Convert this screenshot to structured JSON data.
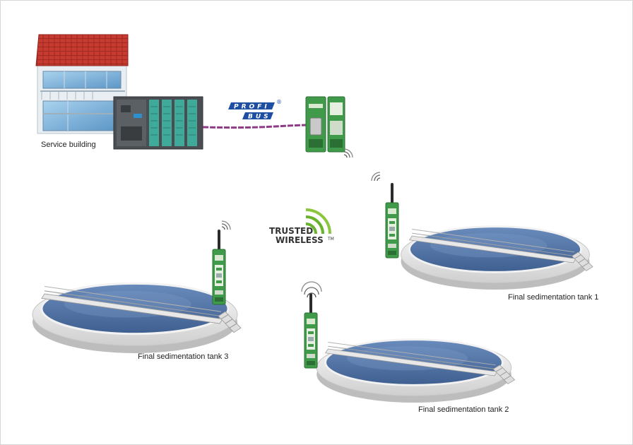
{
  "labels": {
    "service_building": "Service building",
    "tank_1": "Final sedimentation tank 1",
    "tank_2": "Final sedimentation tank 2",
    "tank_3": "Final sedimentation tank 3"
  },
  "logos": {
    "profibus_top": "PROFI",
    "profibus_bottom": "BUS",
    "registered_mark": "®",
    "trusted": "TRUSTED",
    "wireless": "WIRELESS",
    "trademark": "TM"
  },
  "colors": {
    "roof": "#c4392f",
    "glass": "#7fb4d9",
    "plc_body": "#4a4e52",
    "plc_module": "#3fa99a",
    "profibus_cable": "#8e3a86",
    "profibus_blue": "#1f4fa3",
    "device_green": "#3f9a4a",
    "water": "#4a6c9c",
    "tank_rim": "#ededed",
    "wireless_green": "#6ab42d"
  },
  "icons": [
    "wifi-signal-icon",
    "antenna-icon"
  ]
}
